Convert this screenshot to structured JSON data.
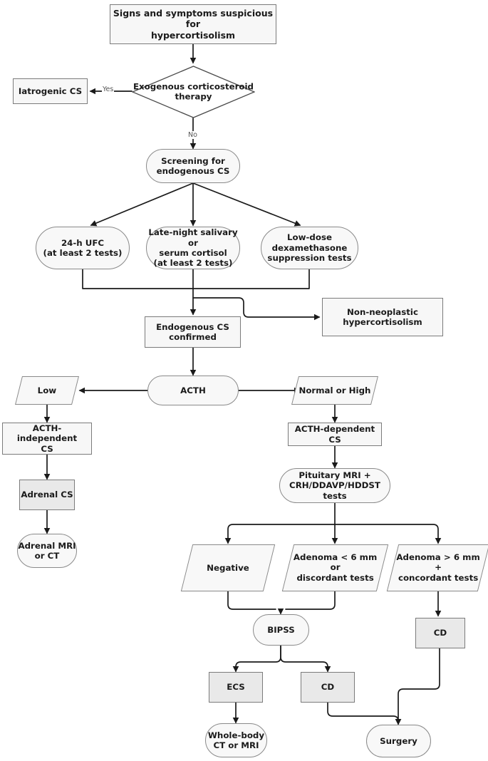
{
  "diagram": {
    "title_node": "Signs and symptoms suspicious for\nhypercortisolism",
    "colors": {
      "box_gray_fill": "#e9e9e9",
      "box_light_fill": "#f7f7f7",
      "border_gray": "#7b7b7b",
      "border_light": "#8a8a8a",
      "edge_stroke": "#1a1a1a",
      "text": "#1a1a1a",
      "edge_label_text": "#555555"
    },
    "nodes": {
      "signs_symptoms": "Signs and symptoms suspicious for\nhypercortisolism",
      "iatrogenic_cs": "Iatrogenic CS",
      "exogenous_therapy": "Exogenous corticosteroid\ntherapy",
      "screening_endogenous": "Screening for\nendogenous CS",
      "ufc_test": "24-h UFC\n(at least 2 tests)",
      "salivary_serum_cortisol": "Late-night salivary or\nserum cortisol\n(at least 2 tests)",
      "low_dose_dex": "Low-dose\ndexamethasone\nsuppression tests",
      "endogenous_confirmed": "Endogenous CS\nconfirmed",
      "non_neoplastic": "Non-neoplastic\nhypercortisolism",
      "acth": "ACTH",
      "low": "Low",
      "normal_or_high": "Normal or High",
      "acth_independent": "ACTH-independent\nCS",
      "acth_dependent": "ACTH-dependent CS",
      "adrenal_cs": "Adrenal CS",
      "adrenal_mri_ct": "Adrenal MRI\nor CT",
      "pituitary_mri": "Pituitary MRI +\nCRH/DDAVP/HDDST tests",
      "negative": "Negative",
      "adenoma_small": "Adenoma < 6 mm or\ndiscordant tests",
      "adenoma_large": "Adenoma > 6 mm +\nconcordant tests",
      "bipss": "BIPSS",
      "ecs": "ECS",
      "cd_left": "CD",
      "cd_right": "CD",
      "whole_body": "Whole-body\nCT or MRI",
      "surgery": "Surgery"
    },
    "edge_labels": {
      "yes": "Yes",
      "no": "No"
    }
  }
}
